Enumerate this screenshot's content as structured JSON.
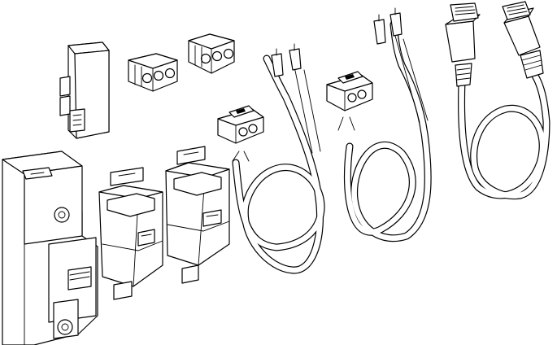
{
  "figure": {
    "colors": {
      "stroke": "#000000",
      "fill": "#ffffff"
    },
    "components": [
      {
        "id": "circuit-breaker",
        "kind": "DIN rail circuit breaker"
      },
      {
        "id": "plug-in-module",
        "kind": "plug-in terminal module"
      },
      {
        "id": "terminal-block-a",
        "kind": "3-pole screw terminal block"
      },
      {
        "id": "terminal-block-b",
        "kind": "3-pole screw terminal block"
      },
      {
        "id": "din-adapter-a",
        "kind": "DIN rail adapter"
      },
      {
        "id": "din-adapter-b",
        "kind": "DIN rail adapter"
      },
      {
        "id": "power-cable-a",
        "kind": "cable with connector and ferrules"
      },
      {
        "id": "power-cable-b",
        "kind": "cable with connector and ferrules"
      },
      {
        "id": "network-cable",
        "kind": "cable with two RJ45 plugs"
      }
    ]
  }
}
